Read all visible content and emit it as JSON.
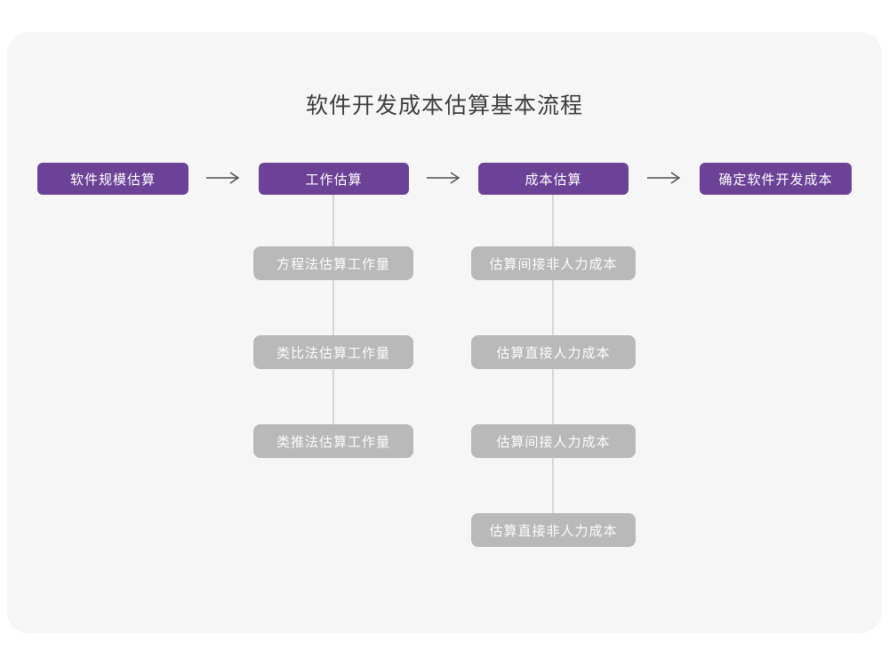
{
  "page": {
    "title": "软件开发成本估算基本流程"
  },
  "colors": {
    "page_bg": "#ffffff",
    "card_bg": "#f6f6f7",
    "primary_node": "#6b4296",
    "secondary_node": "#b9b9b9",
    "connector_line": "#d5d5d5",
    "arrow": "#4d4d4d",
    "title_text": "#3d3d3d",
    "node_text": "#ffffff"
  },
  "flow": {
    "main_steps": [
      {
        "label": "软件规模估算"
      },
      {
        "label": "工作估算"
      },
      {
        "label": "成本估算"
      },
      {
        "label": "确定软件开发成本"
      }
    ],
    "work_substeps": [
      {
        "label": "方程法估算工作量"
      },
      {
        "label": "类比法估算工作量"
      },
      {
        "label": "类推法估算工作量"
      }
    ],
    "cost_substeps": [
      {
        "label": "估算间接非人力成本"
      },
      {
        "label": "估算直接人力成本"
      },
      {
        "label": "估算间接人力成本"
      },
      {
        "label": "估算直接非人力成本"
      }
    ]
  }
}
